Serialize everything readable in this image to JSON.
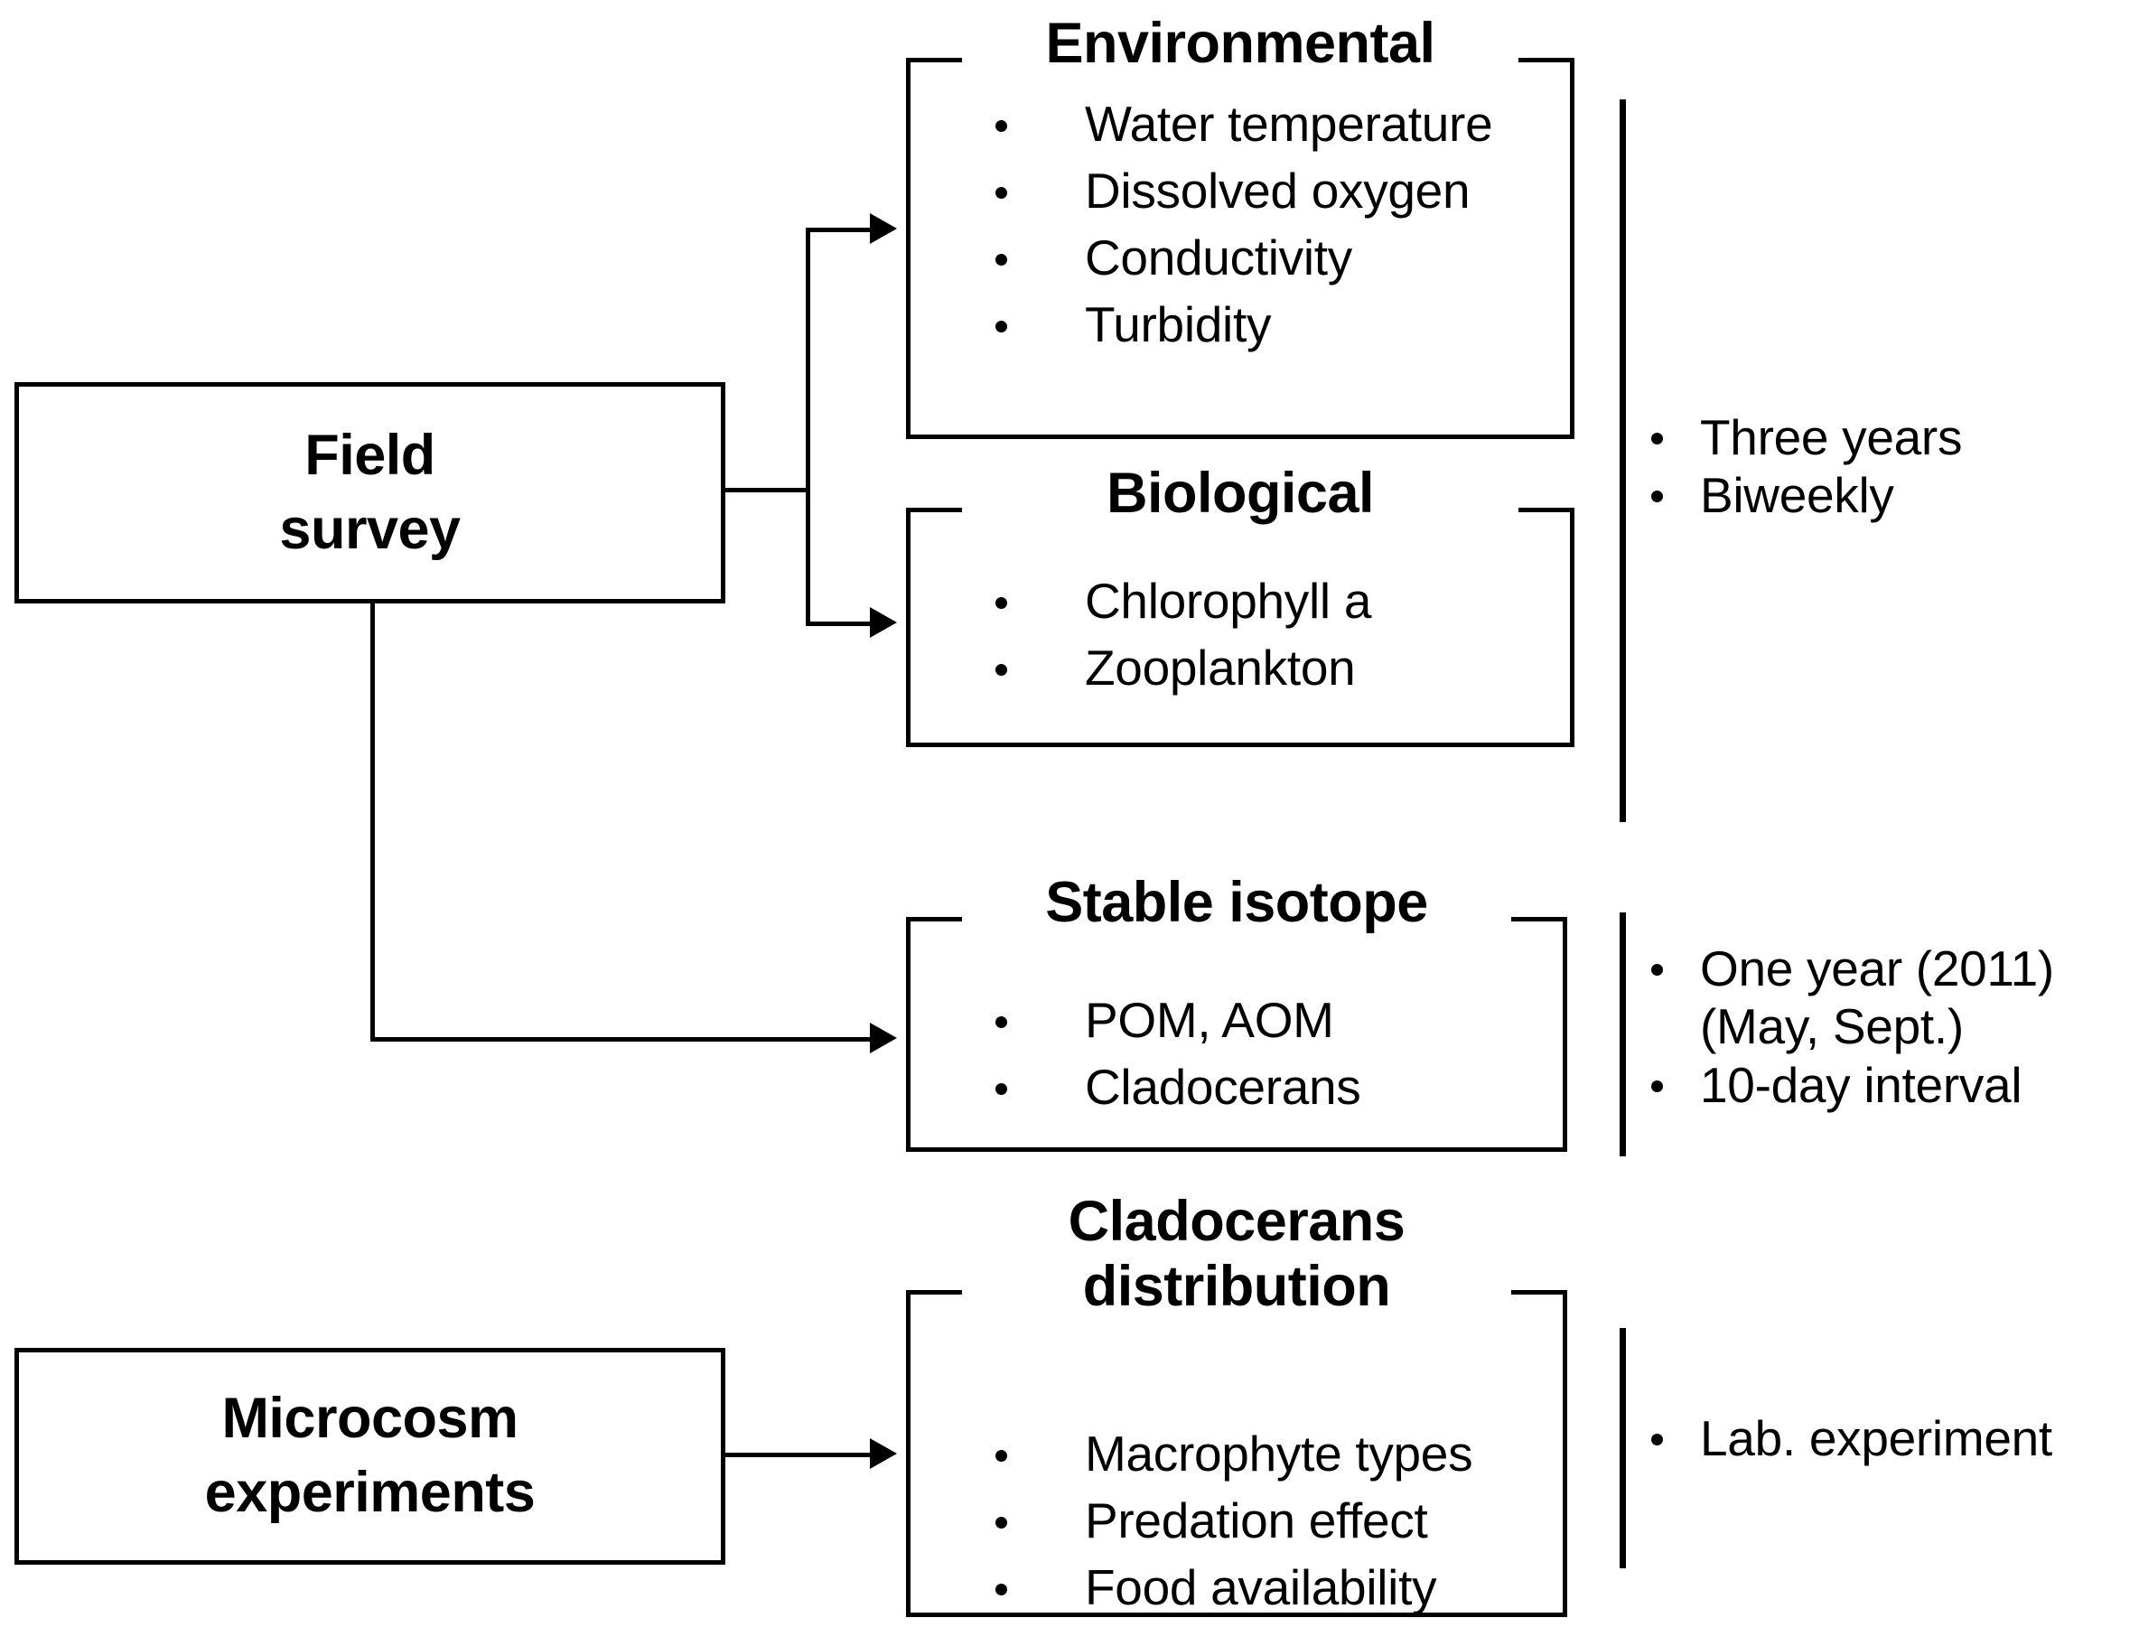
{
  "diagram": {
    "title": "Study design flow diagram",
    "accent_color": "#000000",
    "background_color": "#ffffff"
  },
  "sources": [
    {
      "id": "field-survey",
      "lines": [
        "Field",
        "survey"
      ]
    },
    {
      "id": "microcosm-experiments",
      "lines": [
        "Microcosm",
        "experiments"
      ]
    }
  ],
  "categories": [
    {
      "id": "environmental",
      "title_lines": [
        "Environmental"
      ],
      "items": [
        "Water temperature",
        "Dissolved oxygen",
        "Conductivity",
        "Turbidity"
      ]
    },
    {
      "id": "biological",
      "title_lines": [
        "Biological"
      ],
      "items": [
        "Chlorophyll a",
        "Zooplankton"
      ]
    },
    {
      "id": "stable-isotope",
      "title_lines": [
        "Stable isotope"
      ],
      "items": [
        "POM, AOM",
        "Cladocerans"
      ]
    },
    {
      "id": "cladocerans-distribution",
      "title_lines": [
        "Cladocerans",
        "distribution"
      ],
      "items": [
        "Macrophyte types",
        "Predation effect",
        "Food availability"
      ]
    }
  ],
  "annotations": [
    {
      "id": "field-survey-schedule",
      "lines": [
        {
          "text": "Three years",
          "bullet": true
        },
        {
          "text": "Biweekly",
          "bullet": true
        }
      ]
    },
    {
      "id": "stable-isotope-schedule",
      "lines": [
        {
          "text": "One year (2011)",
          "bullet": true
        },
        {
          "text": "(May,  Sept.)",
          "bullet": false
        },
        {
          "text": "10-day interval",
          "bullet": true
        }
      ]
    },
    {
      "id": "microcosm-schedule",
      "lines": [
        {
          "text": "Lab. experiment",
          "bullet": true
        }
      ]
    }
  ]
}
